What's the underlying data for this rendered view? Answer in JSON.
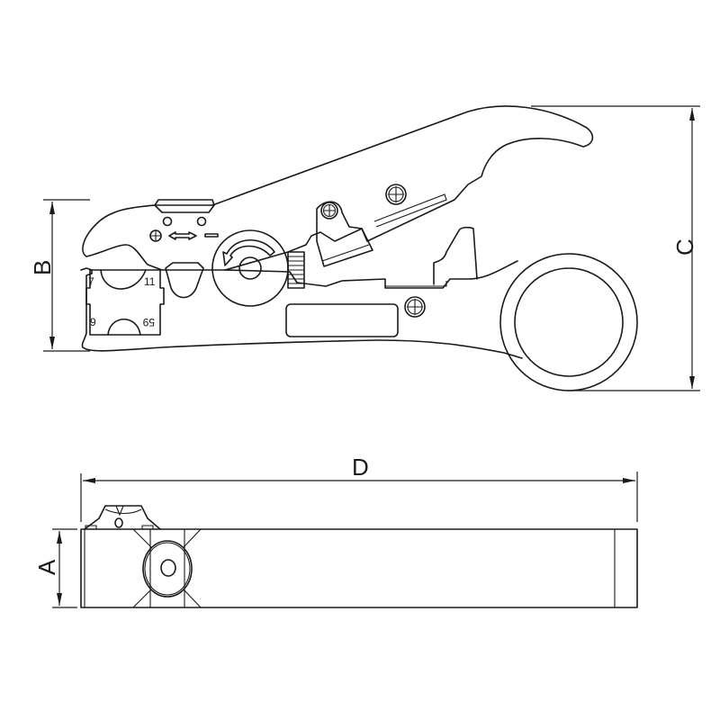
{
  "diagram": {
    "subject": "Coaxial cable stripper tool",
    "views": [
      {
        "name": "side-view",
        "position": "top"
      },
      {
        "name": "top-view",
        "position": "bottom"
      }
    ],
    "dimensions": {
      "A": "A",
      "B": "B",
      "C": "C",
      "D": "D"
    },
    "die_markings": {
      "top_left": "7",
      "top_right": "11",
      "bottom_left": "9",
      "bottom_right": "59"
    },
    "colors": {
      "line": "#1a1a1a",
      "background": "#ffffff"
    }
  }
}
